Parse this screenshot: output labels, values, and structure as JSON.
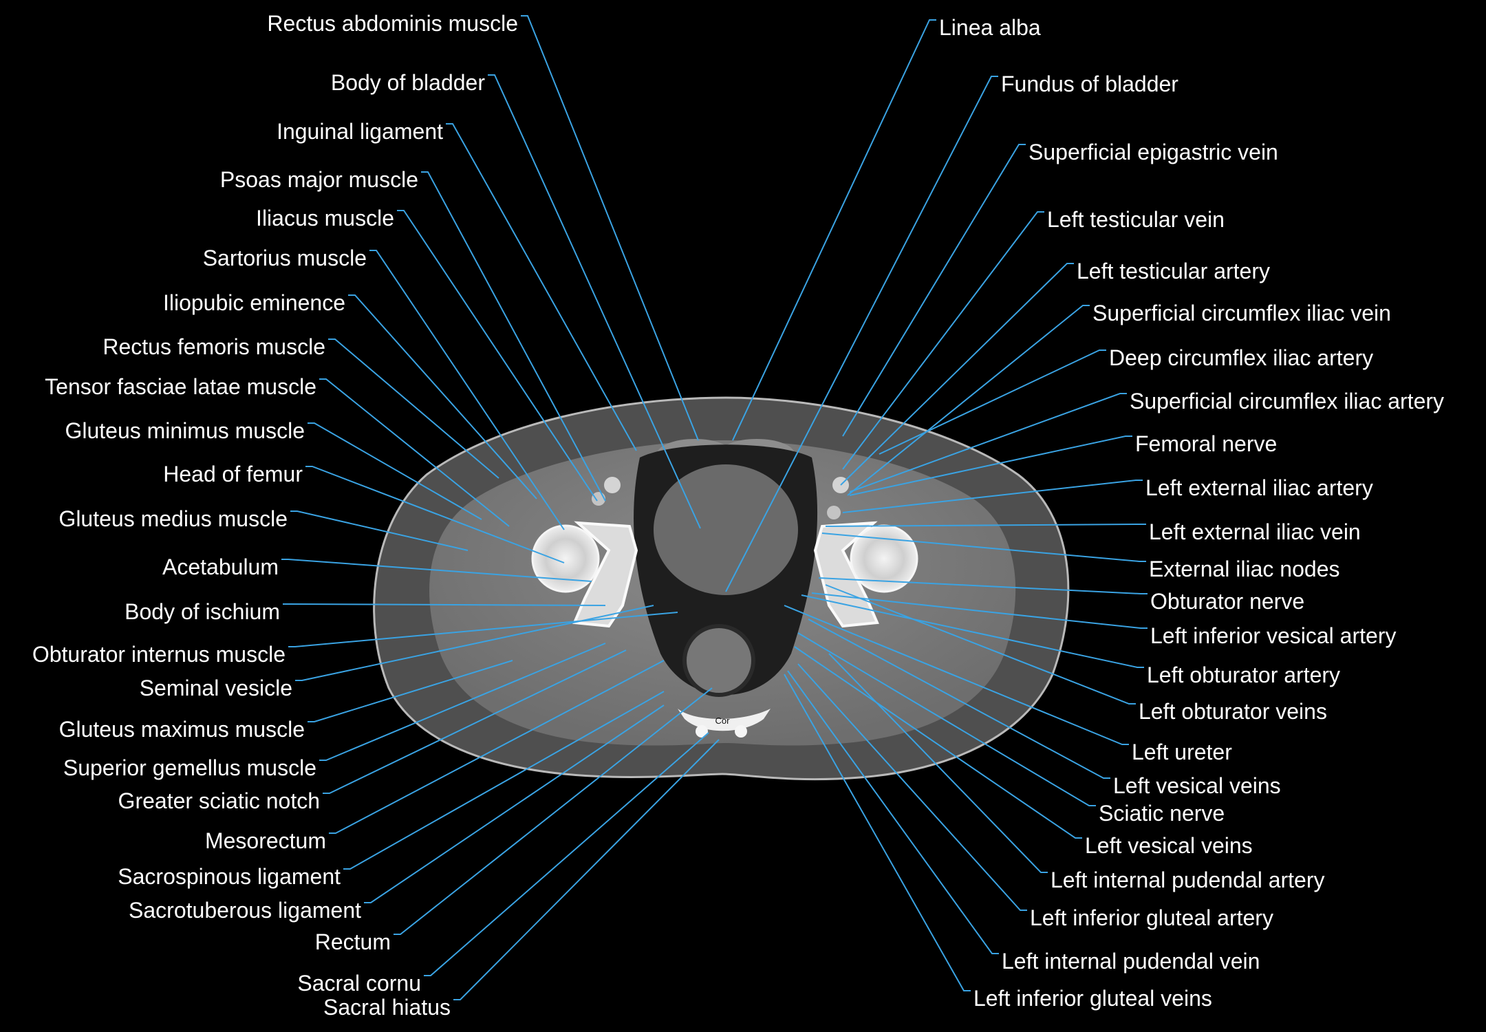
{
  "image_marker": "Cor",
  "colors": {
    "leader": "#3aa3e3",
    "label": "#ffffff",
    "background": "#000000"
  },
  "left_labels": [
    "Rectus abdominis muscle",
    "Body of bladder",
    "Inguinal ligament",
    "Psoas major muscle",
    "Iliacus muscle",
    "Sartorius muscle",
    "Iliopubic eminence",
    "Rectus femoris muscle",
    "Tensor fasciae latae muscle",
    "Gluteus minimus muscle",
    "Head of femur",
    "Gluteus medius muscle",
    "Acetabulum",
    "Body of ischium",
    "Obturator internus muscle",
    "Seminal vesicle",
    "Gluteus maximus muscle",
    "Superior gemellus muscle",
    "Greater sciatic notch",
    "Mesorectum",
    "Sacrospinous ligament",
    "Sacrotuberous ligament",
    "Rectum",
    "Sacral cornu",
    "Sacral hiatus"
  ],
  "right_labels": [
    "Linea alba",
    "Fundus of bladder",
    "Superficial epigastric vein",
    "Left testicular vein",
    "Left testicular artery",
    "Superficial circumflex iliac vein",
    "Deep circumflex iliac artery",
    "Superficial circumflex iliac artery",
    "Femoral nerve",
    "Left external iliac artery",
    "Left external iliac vein",
    "External iliac nodes",
    "Obturator nerve",
    "Left inferior vesical artery",
    "Left obturator artery",
    "Left obturator veins",
    "Left ureter",
    "Left vesical veins",
    "Sciatic nerve",
    "Left vesical veins",
    "Left internal pudendal artery",
    "Left inferior gluteal artery",
    "Left internal pudendal vein",
    "Left inferior gluteal veins"
  ]
}
